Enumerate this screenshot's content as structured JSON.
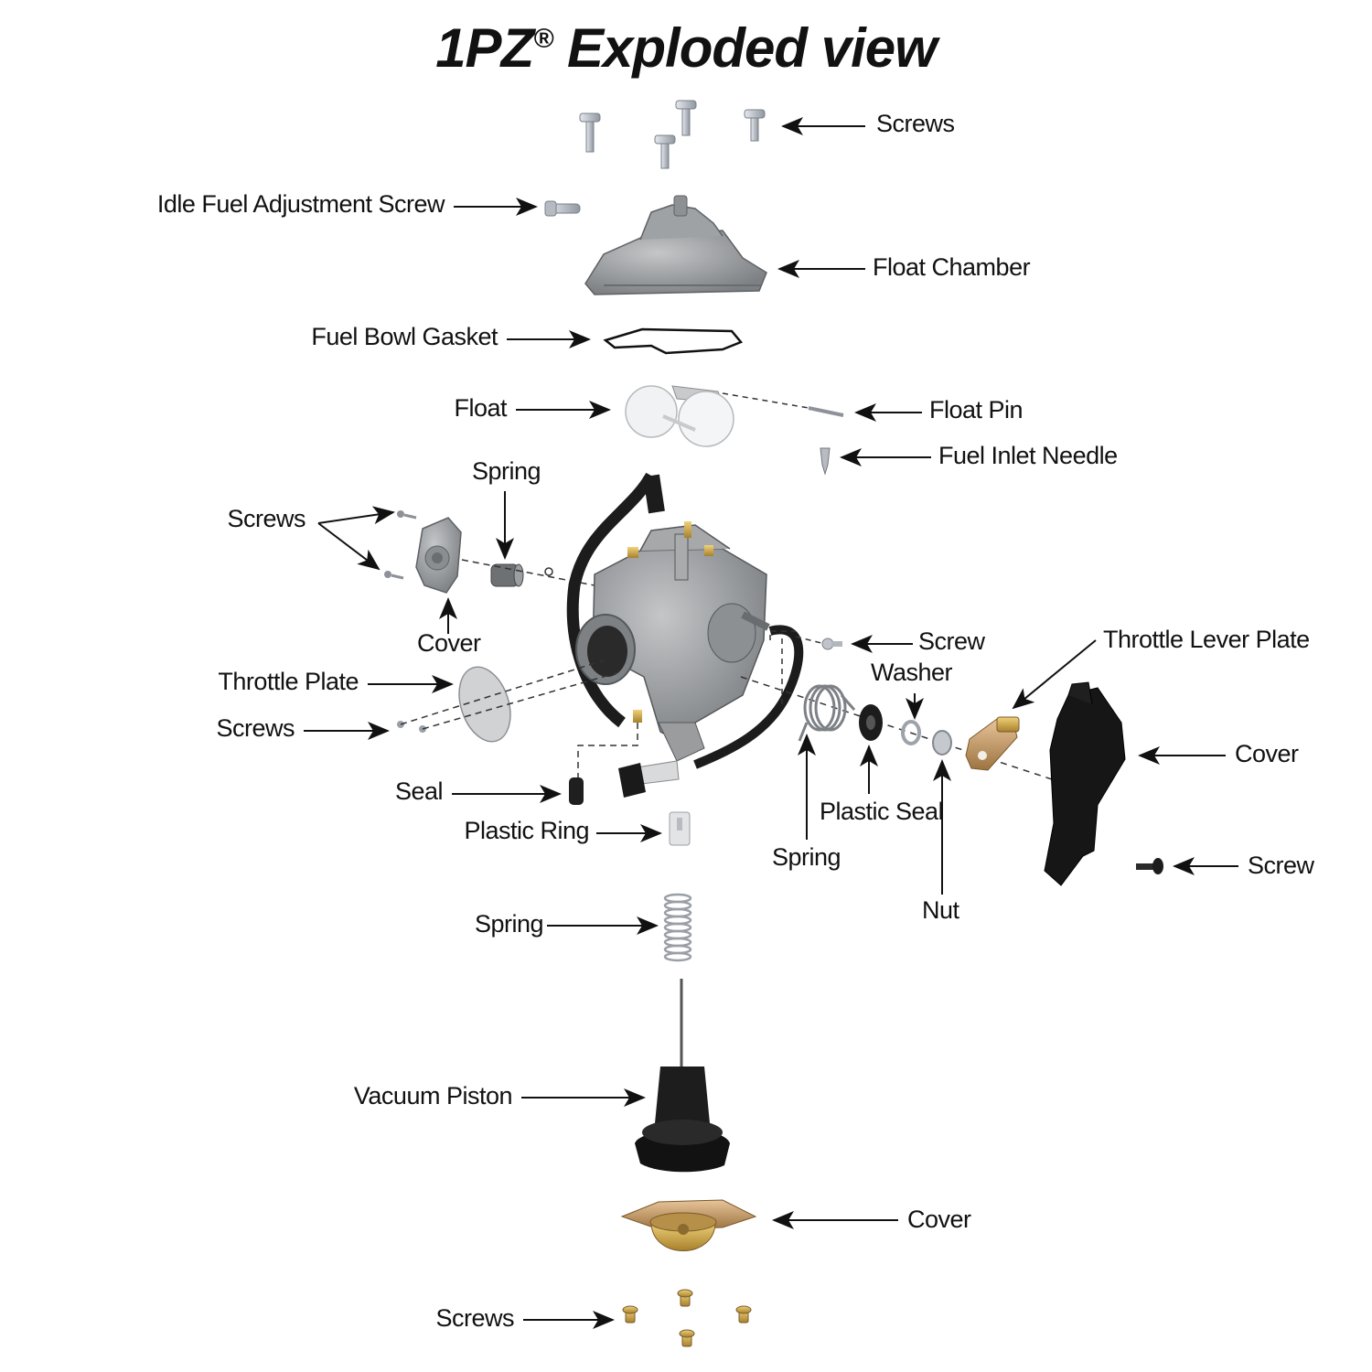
{
  "title": {
    "main": "1PZ",
    "mark": "®",
    "rest": "Exploded view"
  },
  "labels": {
    "screws_top": "Screws",
    "idle_fuel_adjustment_screw": "Idle Fuel Adjustment Screw",
    "float_chamber": "Float Chamber",
    "fuel_bowl_gasket": "Fuel Bowl Gasket",
    "float": "Float",
    "float_pin": "Float Pin",
    "fuel_inlet_needle": "Fuel Inlet Needle",
    "spring_top": "Spring",
    "screws_left": "Screws",
    "cover_left": "Cover",
    "throttle_plate": "Throttle Plate",
    "screws_throttle": "Screws",
    "seal": "Seal",
    "plastic_ring": "Plastic Ring",
    "screw_right": "Screw",
    "washer": "Washer",
    "throttle_lever_plate": "Throttle Lever Plate",
    "cover_right": "Cover",
    "plastic_seal": "Plastic Seal",
    "spring_right": "Spring",
    "nut": "Nut",
    "screw_cover": "Screw",
    "spring_bottom": "Spring",
    "vacuum_piston": "Vacuum Piston",
    "cover_bottom": "Cover",
    "screws_bottom": "Screws"
  },
  "colors": {
    "aluminum": "#9a9c9e",
    "aluminum_dark": "#6f7174",
    "rubber": "#1e1e1e",
    "brass": "#c9a24a",
    "bronze": "#b8925a",
    "steel": "#c8ccd2",
    "float_white": "#ecedee"
  }
}
